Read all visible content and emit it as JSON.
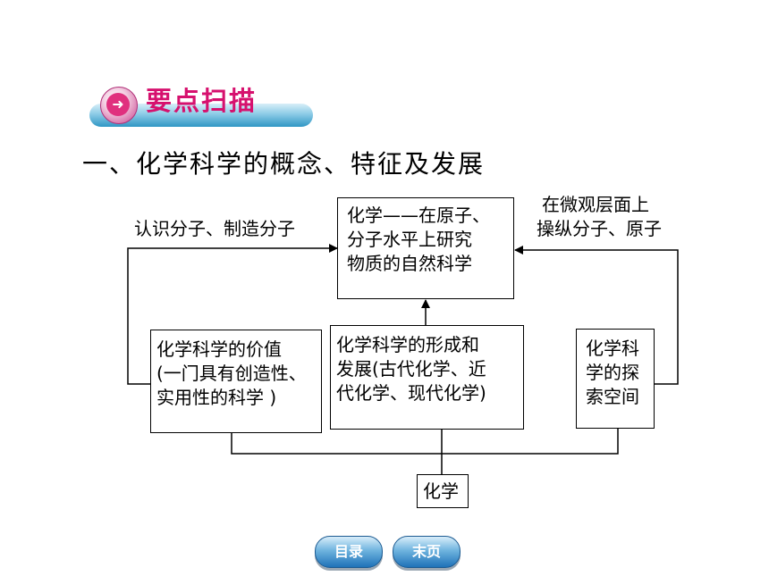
{
  "header": {
    "title": "要点扫描",
    "icon": "arrow-right-icon"
  },
  "section_title": "一、化学科学的概念、特征及发展",
  "diagram": {
    "center_box": [
      "化学——在原子、",
      "分子水平上研究",
      "物质的自然科学"
    ],
    "left_label": "认识分子、制造分子",
    "right_label": [
      "在微观层面上",
      "操纵分子、原子"
    ],
    "left_box": [
      "化学科学的价值",
      "(一门具有创造性、",
      "实用性的科学 )"
    ],
    "middle_box": [
      "化学科学的形成和",
      "发展(古代化学、近",
      "代化学、现代化学)"
    ],
    "right_box": [
      "化学科",
      "学的探",
      "索空间"
    ],
    "bottom_box": "化学"
  },
  "nav": {
    "toc_label": "目录",
    "last_label": "末页"
  },
  "colors": {
    "accent_pink": "#d6116e",
    "nav_blue": "#1f72b8"
  }
}
